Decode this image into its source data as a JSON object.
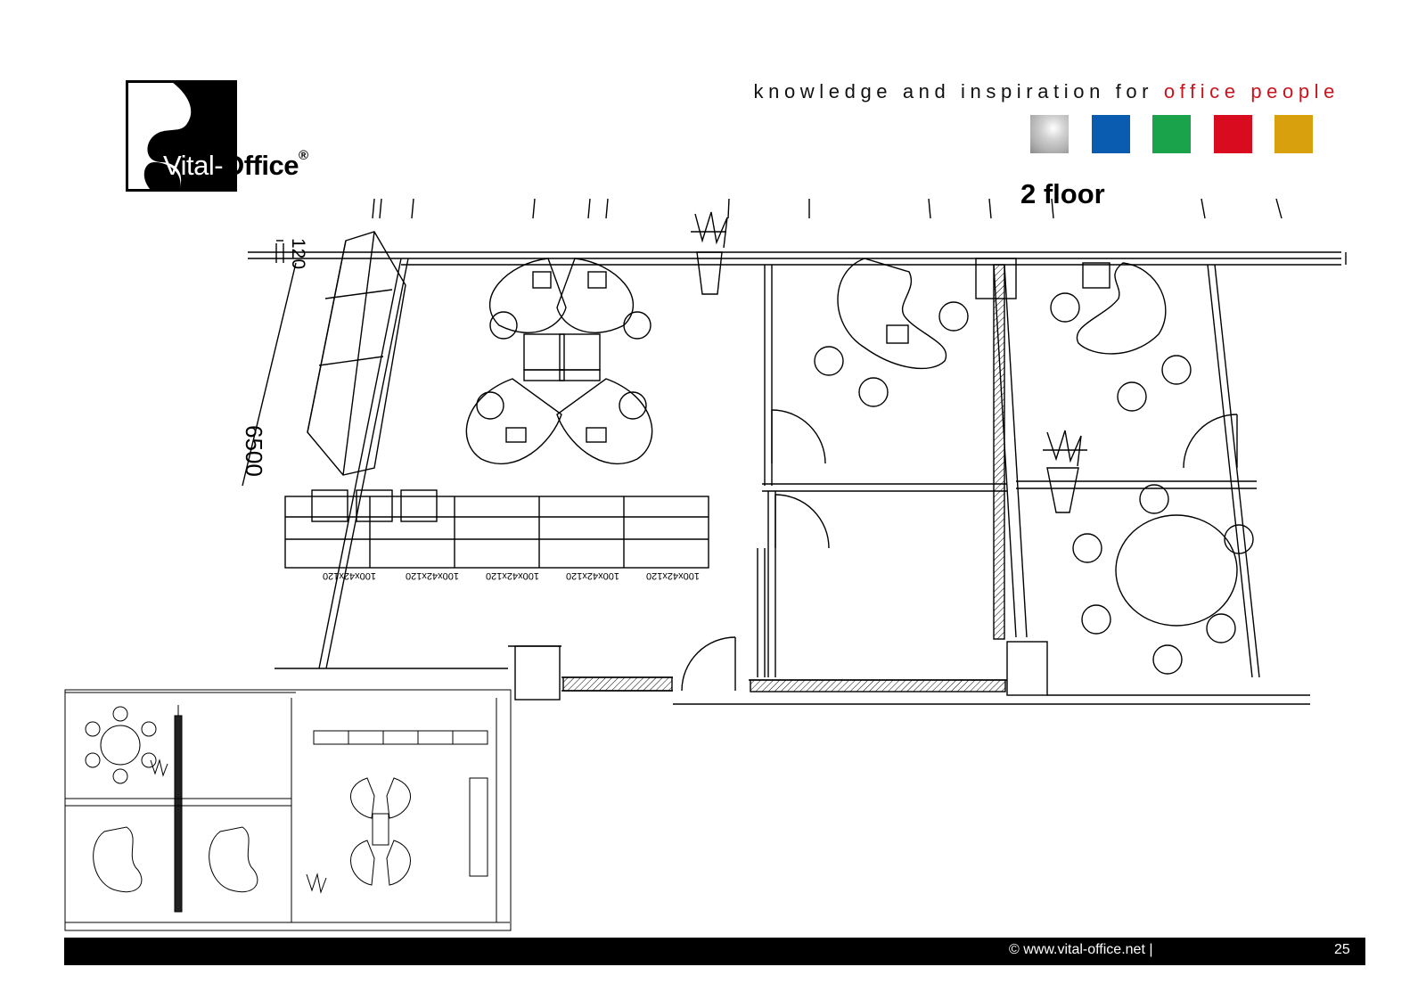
{
  "logo": {
    "name_light": "Vital-",
    "name_bold": "Office",
    "mark": "®"
  },
  "tagline": {
    "part1": "knowledge and inspiration for ",
    "part2": "office people"
  },
  "swatches": [
    "#b4b4b4",
    "#0a5cb0",
    "#1aa34a",
    "#d90b1f",
    "#d9a00e"
  ],
  "floor_title": "2 floor",
  "dimensions": {
    "depth": "120",
    "length": "6500"
  },
  "cabinet_labels": [
    "100x42x120",
    "100x42x120",
    "100x42x120",
    "100x42x120",
    "100x42x120"
  ],
  "footer": {
    "url": "© www.vital-office.net |",
    "page": "25"
  }
}
